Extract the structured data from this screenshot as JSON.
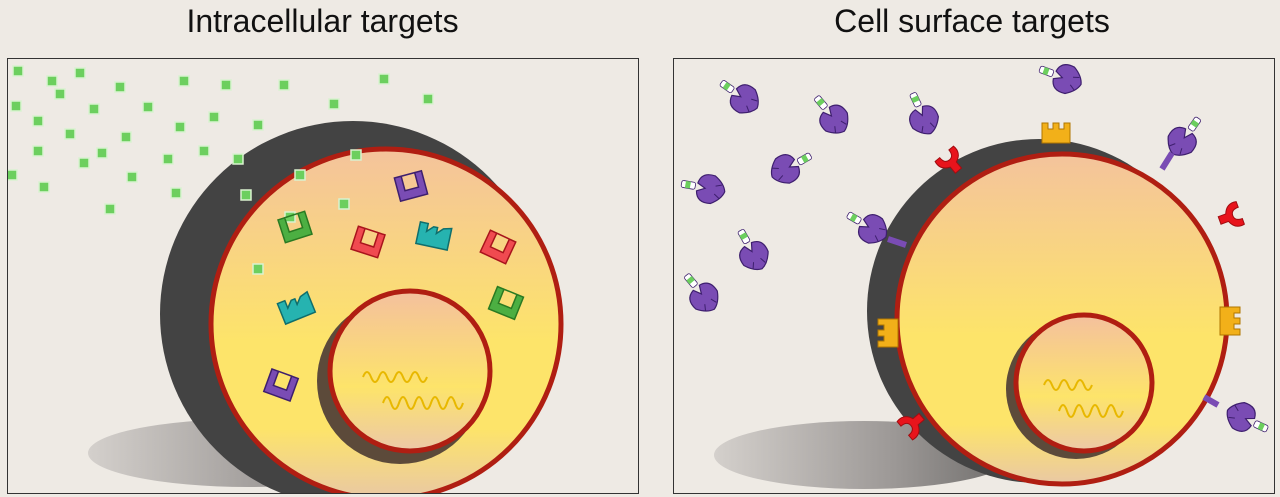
{
  "panels": [
    {
      "id": "intracellular",
      "title": "Intracellular targets"
    },
    {
      "id": "cell-surface",
      "title": "Cell surface targets"
    }
  ],
  "colors": {
    "background": "#eeeae4",
    "membrane": "#b01e12",
    "cytoplasm_top": "#f4c49c",
    "cytoplasm_bottom": "#fde56c",
    "shadow_disc": "#404040",
    "small_molecule": "#6ccf5e",
    "antibody": "#7a4cb4",
    "receptor_red": "#e8141c",
    "receptor_orange": "#f2b019",
    "target_teal": "#26b3b0",
    "target_green": "#4caf42",
    "target_red": "#f04a50",
    "dna": "#e8b800"
  },
  "icons": {
    "small_molecule": "green-square-icon",
    "antibody": "y-shaped-antibody-icon",
    "target_protein": "notched-target-icon",
    "dna": "coiled-dna-icon"
  }
}
